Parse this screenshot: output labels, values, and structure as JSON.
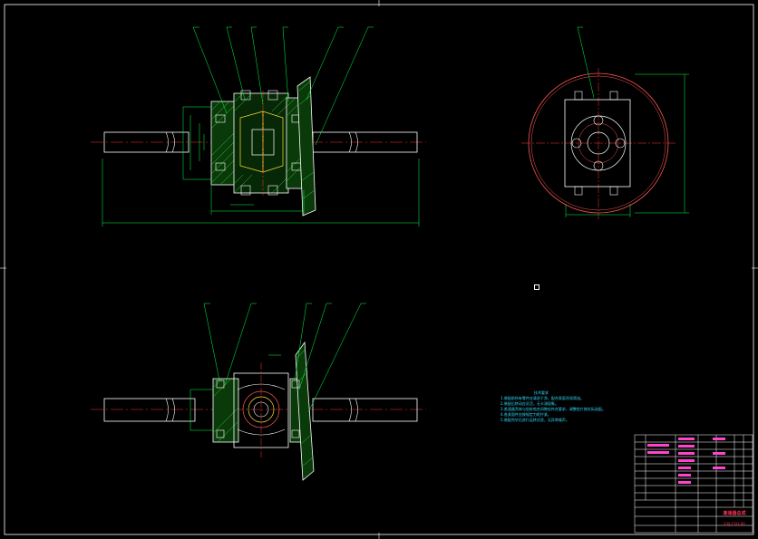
{
  "colors": {
    "background": "#000000",
    "outline": "#ffffff",
    "centerline": "#ff3333",
    "leader": "#00ff44",
    "hatch": "#33cc33",
    "note_text": "#33ddff",
    "title_text": "#ff3355",
    "magenta_text": "#ff44cc"
  },
  "notes": {
    "title": "技术要求",
    "lines": [
      "1.装配前所有零件应清洗干净，配合表面涂润滑油。",
      "2.装配后转动应灵活，无卡滞现象。",
      "3.差速器壳体与齿轮啮合间隙应符合要求，调整垫片按实际选配。",
      "4.各紧固件应按规定力矩拧紧。",
      "5.装配完毕后进行运转试验，无异常噪声。"
    ]
  },
  "title_block": {
    "name": "差速器总成",
    "code": "GXJ-CSQ-00"
  }
}
